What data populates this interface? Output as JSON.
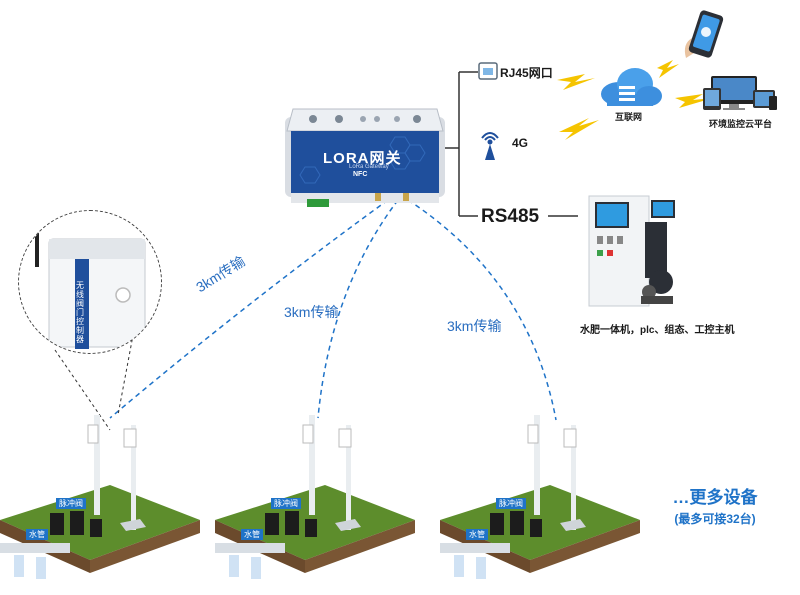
{
  "gateway": {
    "title": "LORA网关",
    "subtitle": "LoRa Gateway",
    "nfc": "NFC"
  },
  "links": {
    "rj45": "RJ45网口",
    "g4": "4G",
    "rs485": "RS485",
    "internet": "互联网",
    "cloud_platform": "环境监控云平台",
    "controller": "水肥一体机，plc、组态、工控主机"
  },
  "transmission": [
    "3km传输",
    "3km传输",
    "3km传输"
  ],
  "device_label": "无线阀门控制器",
  "field": {
    "valve_tag": "脉冲阀",
    "pipe_tag": "水管"
  },
  "more": {
    "line1": "…更多设备",
    "line2": "(最多可接32台)"
  },
  "colors": {
    "gateway_blue": "#1f4f9c",
    "link_blue": "#1f73c8",
    "lightning": "#f5c400",
    "grass": "#5d8d2c",
    "soil": "#6b4a2c"
  }
}
